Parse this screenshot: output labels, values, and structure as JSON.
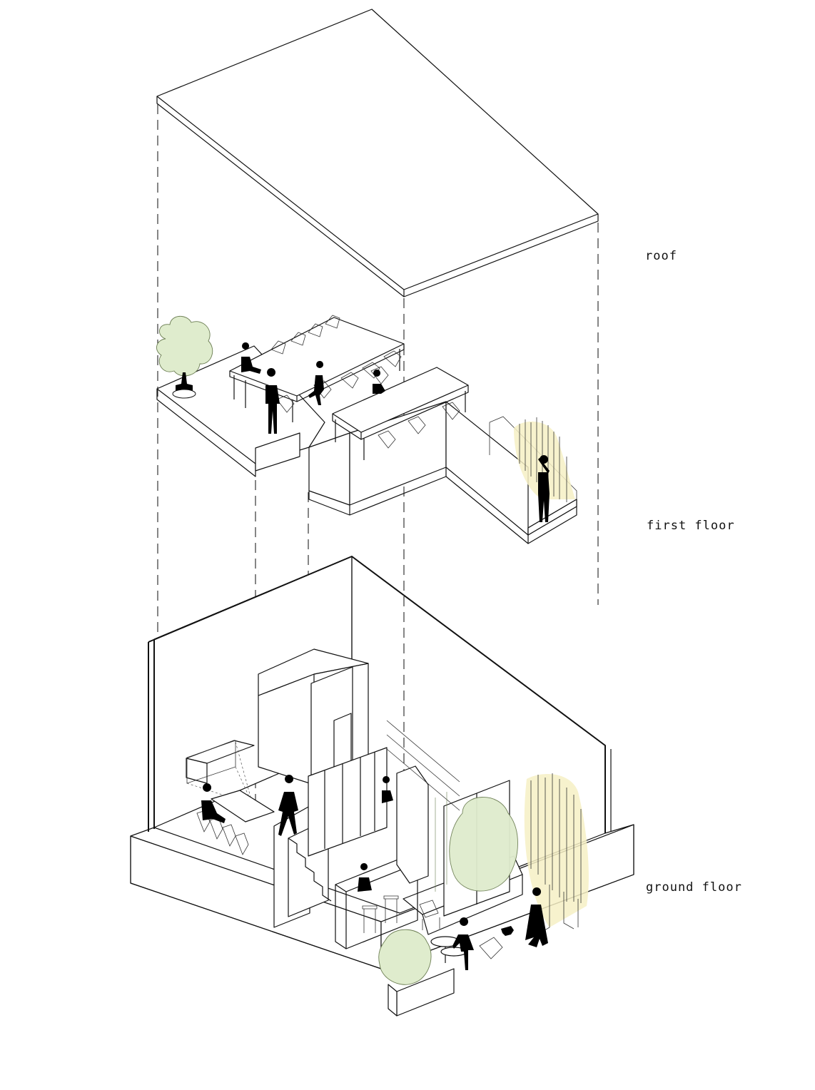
{
  "labels": {
    "roof": "roof",
    "first_floor": "first floor",
    "ground_floor": "ground floor"
  },
  "colors": {
    "line": "#111111",
    "foliage_green": "#dfeccd",
    "foliage_yellow": "#f6f0c4",
    "people": "#000000"
  }
}
